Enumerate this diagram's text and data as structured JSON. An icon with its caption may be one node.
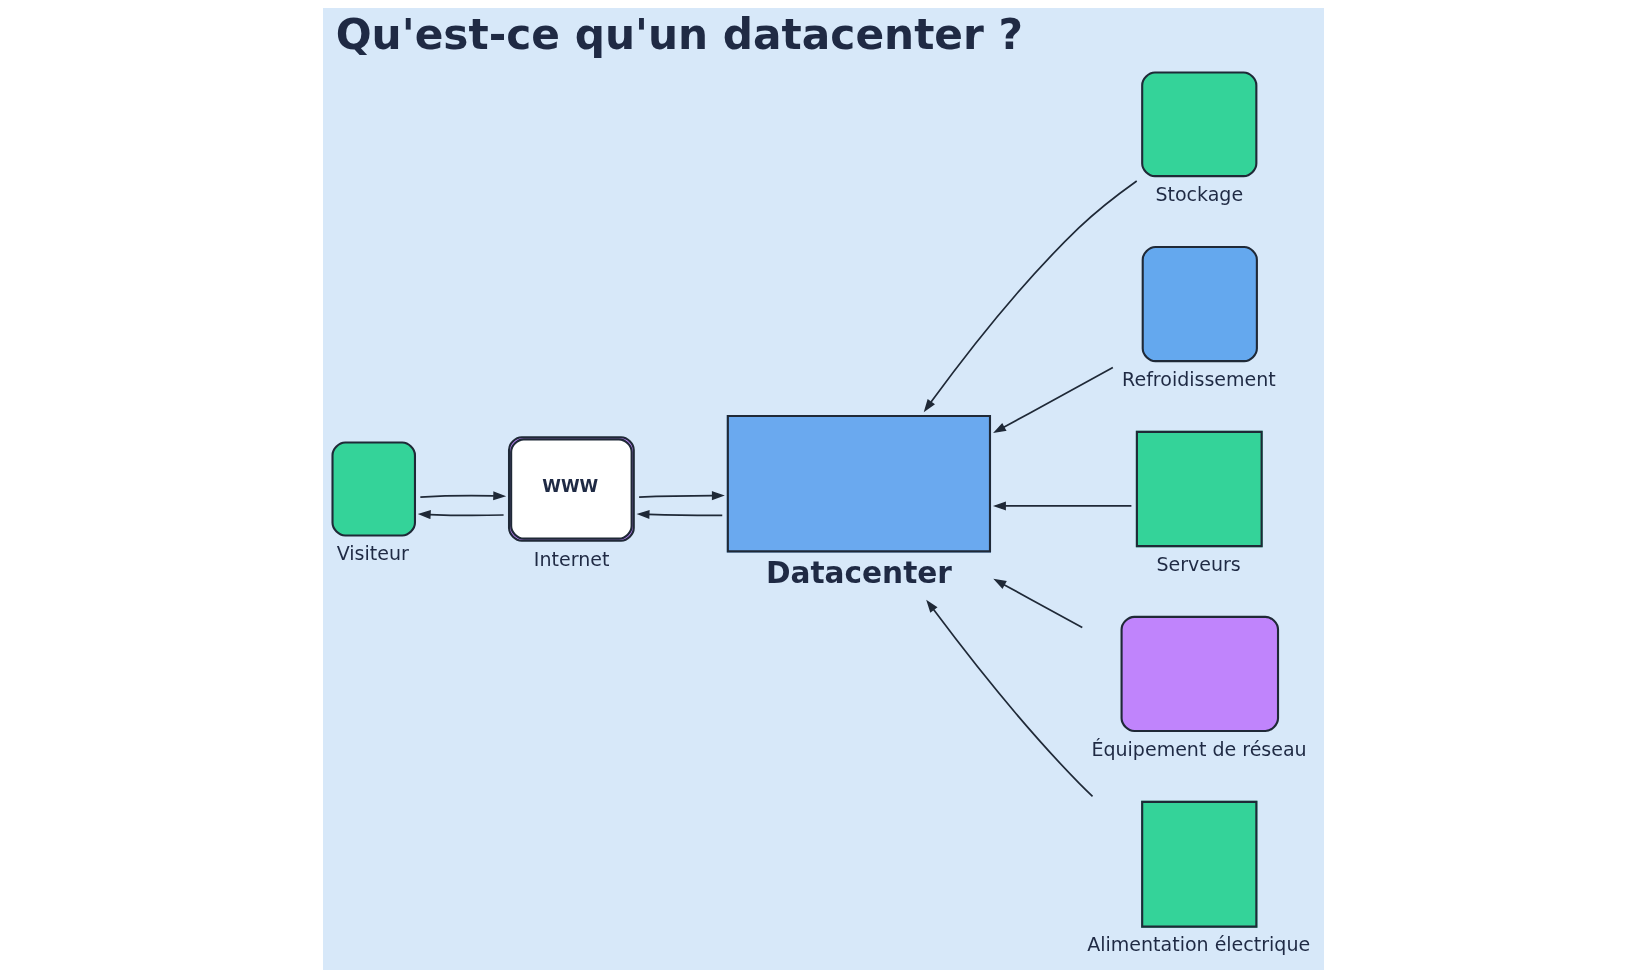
{
  "diagram": {
    "title": "Qu'est-ce qu'un datacenter ?",
    "nodes": [
      {
        "text": [
          "Visiteur"
        ]
      },
      {
        "text": [
          "WWW",
          "Internet"
        ]
      },
      {
        "text": [
          "Datacenter"
        ]
      },
      {
        "text": [
          "Stockage"
        ]
      },
      {
        "text": [
          "Refroidissement"
        ]
      },
      {
        "text": [
          "Serveurs"
        ]
      },
      {
        "text": [
          "Équipement de réseau"
        ]
      },
      {
        "text": [
          "Alimentation électrique"
        ]
      }
    ],
    "edges": [
      {
        "from": 1,
        "to": 0,
        "arrow": "to"
      },
      {
        "from": 0,
        "to": 1,
        "arrow": "to"
      },
      {
        "from": 2,
        "to": 1,
        "arrow": "to"
      },
      {
        "from": 1,
        "to": 2,
        "arrow": "to"
      },
      {
        "from": 3,
        "to": 2,
        "arrow": "to"
      },
      {
        "from": 4,
        "to": 2,
        "arrow": "to"
      },
      {
        "from": 5,
        "to": 2,
        "arrow": "to"
      },
      {
        "from": 6,
        "to": 2,
        "arrow": "to"
      },
      {
        "from": 7,
        "to": 2,
        "arrow": "to"
      }
    ]
  }
}
